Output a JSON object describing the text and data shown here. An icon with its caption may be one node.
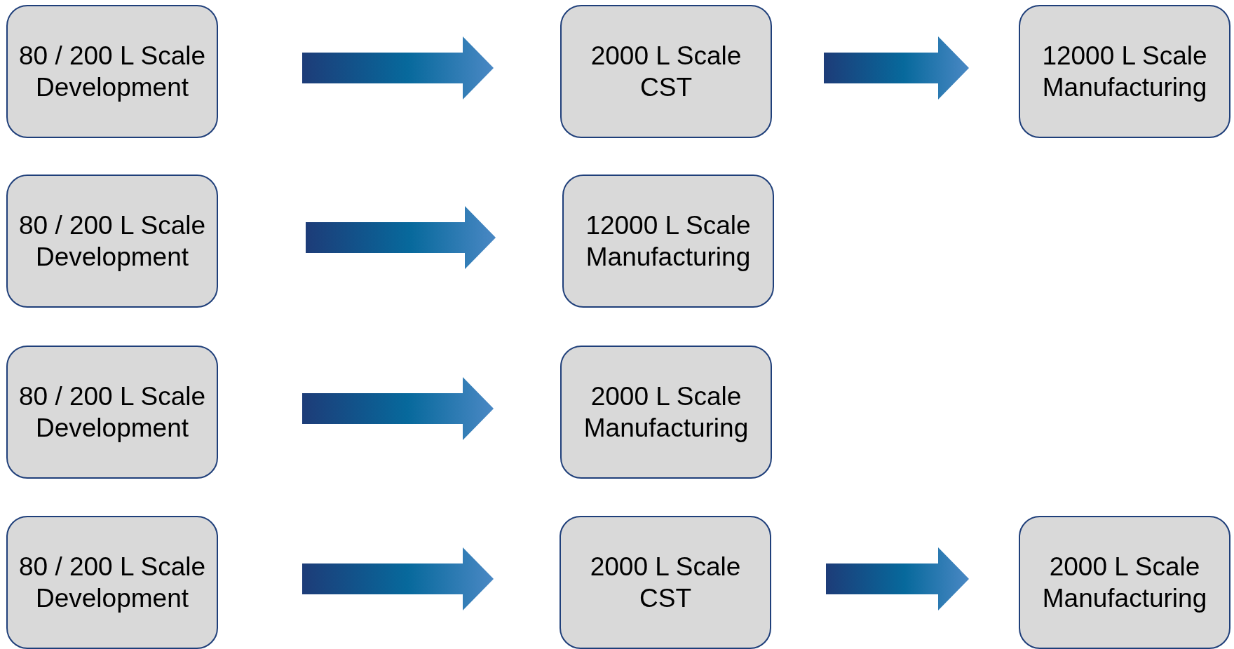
{
  "diagram": {
    "nodes": [
      {
        "text": [
          "80 / 200 L Scale Development"
        ]
      },
      {
        "text": [
          "2000 L Scale CST"
        ]
      },
      {
        "text": [
          "12000 L Scale Manufacturing"
        ]
      },
      {
        "text": [
          "80 / 200 L Scale Development"
        ]
      },
      {
        "text": [
          "12000 L Scale Manufacturing"
        ]
      },
      {
        "text": [
          "80 / 200 L Scale Development"
        ]
      },
      {
        "text": [
          "2000 L Scale Manufacturing"
        ]
      },
      {
        "text": [
          "80 / 200 L Scale Development"
        ]
      },
      {
        "text": [
          "2000 L Scale CST"
        ]
      },
      {
        "text": [
          "2000 L Scale Manufacturing"
        ]
      }
    ],
    "edges": [
      {
        "from": 0,
        "to": 1,
        "arrow": "to"
      },
      {
        "from": 1,
        "to": 2,
        "arrow": "to"
      },
      {
        "from": 3,
        "to": 4,
        "arrow": "to"
      },
      {
        "from": 5,
        "to": 6,
        "arrow": "to"
      },
      {
        "from": 7,
        "to": 8,
        "arrow": "to"
      },
      {
        "from": 8,
        "to": 9,
        "arrow": "to"
      }
    ]
  }
}
